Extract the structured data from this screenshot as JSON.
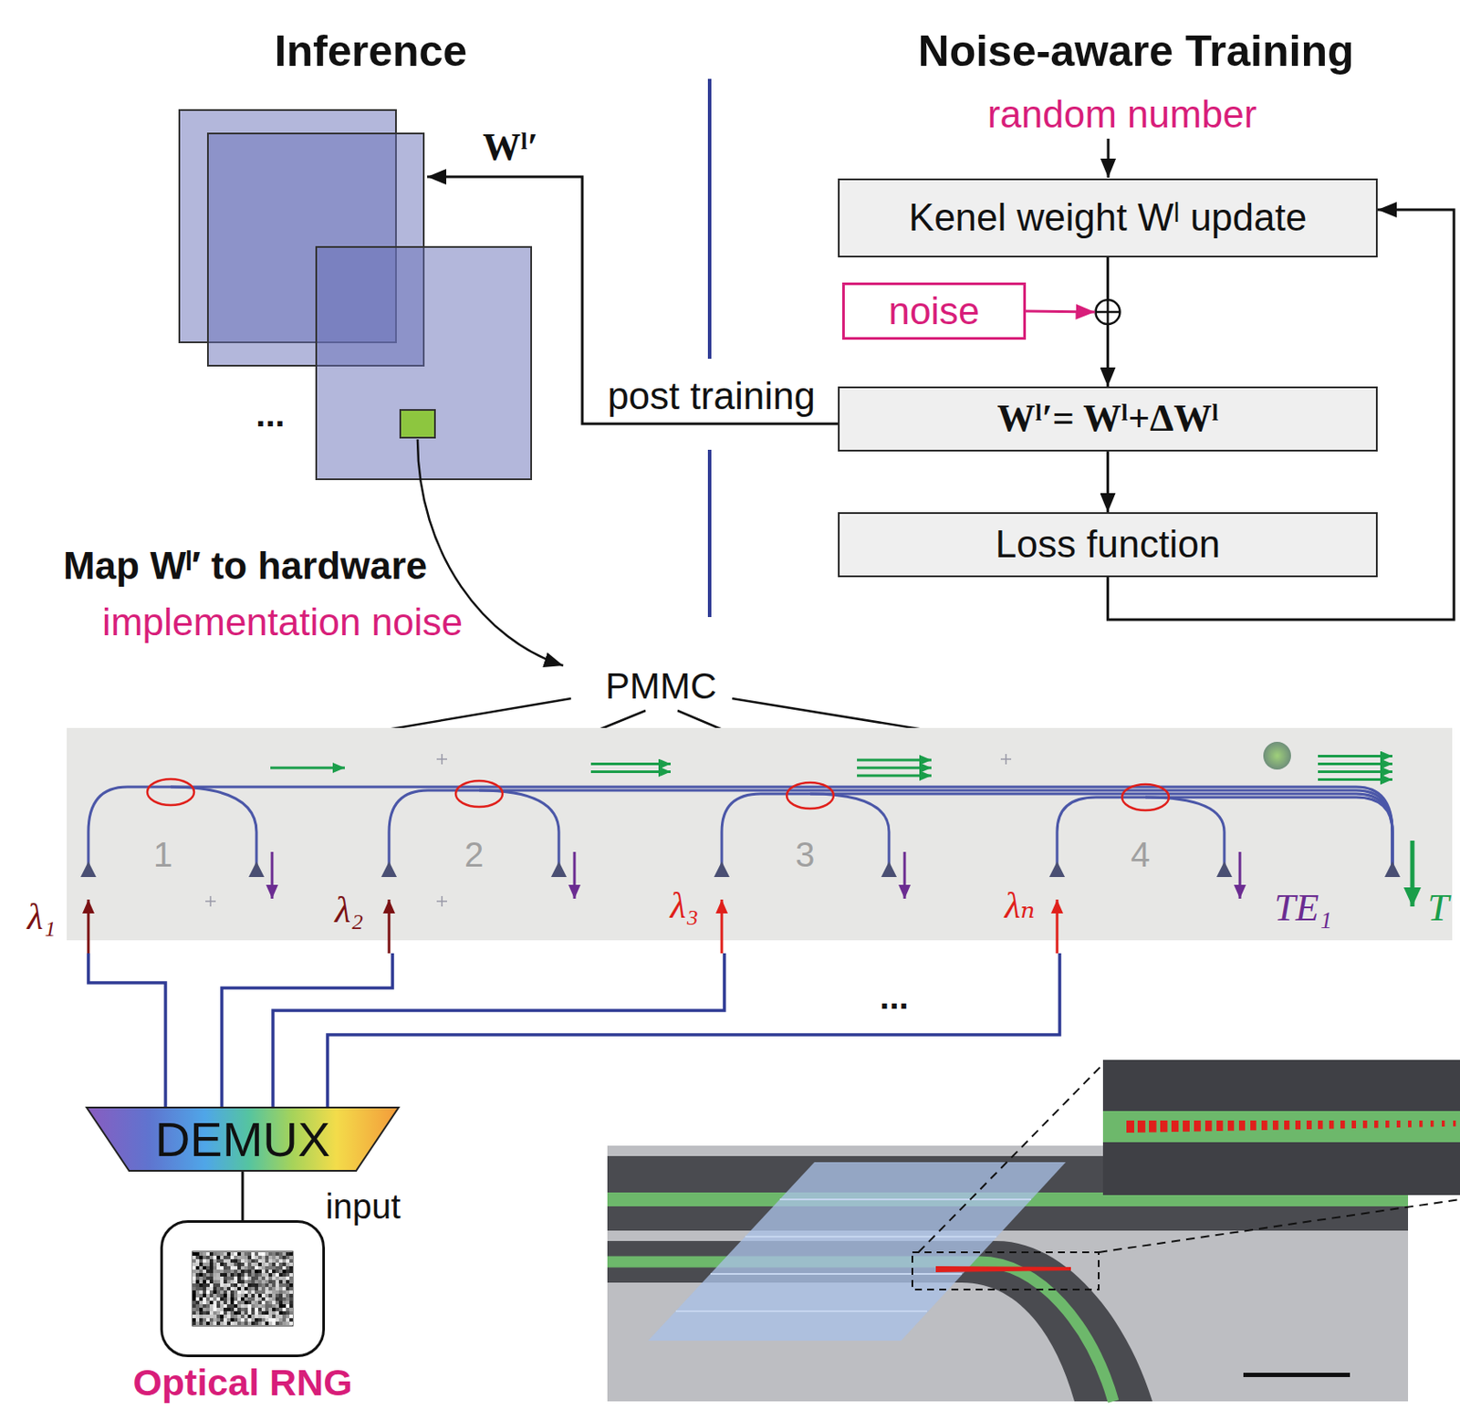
{
  "diagram": {
    "nodes": [
      {
        "text": [
          "Kenel weight Wˡ update"
        ]
      },
      {
        "text": [
          "noise"
        ]
      },
      {
        "text": [
          "Wˡ′= Wˡ+ΔWˡ"
        ]
      },
      {
        "text": [
          "Loss function"
        ]
      },
      {
        "text": [
          "DEMUX"
        ]
      },
      {
        "text": [
          "Optical RNG"
        ]
      }
    ],
    "edges": [
      {
        "from": 0,
        "to": 2,
        "arrow": "to"
      },
      {
        "from": 2,
        "to": 3,
        "arrow": "to"
      },
      {
        "from": 3,
        "to": 0,
        "arrow": "to"
      },
      {
        "from": 5,
        "to": 4,
        "arrow": "none",
        "label": "input"
      }
    ],
    "labels": [
      "Inference",
      "Noise-aware Training",
      "random number",
      "Wˡ′",
      "post training",
      "...",
      "Map Wˡ′ to hardware",
      "implementation noise",
      "PMMC",
      "1",
      "2",
      "3",
      "4",
      "λ₁",
      "λ₂",
      "λ₃",
      "λₙ",
      "TE₁",
      "T",
      "..."
    ]
  }
}
